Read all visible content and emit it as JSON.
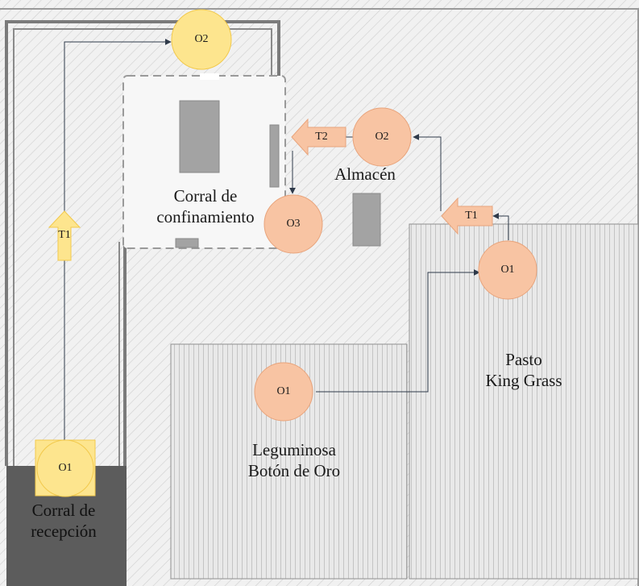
{
  "colors": {
    "yellow": "#fde58e",
    "yellow_arrow": "#fde58e",
    "salmon": "#f8c4a3",
    "salmon_stroke": "#e8a47c",
    "dark_corral": "#5c5c5c",
    "gray_block": "#a3a3a3",
    "connector": "#2f3a4a"
  },
  "areas": {
    "corral_recepcion": {
      "line1": "Corral de",
      "line2": "recepción"
    },
    "corral_confinamiento": {
      "line1": "Corral de",
      "line2": "confinamiento"
    },
    "almacen": {
      "label": "Almacén"
    },
    "leguminosa": {
      "line1": "Leguminosa",
      "line2": "Botón de Oro"
    },
    "pasto": {
      "line1": "Pasto",
      "line2": "King Grass"
    }
  },
  "nodes": {
    "recepcion_o1": "O1",
    "top_o2": "O2",
    "almacen_o2": "O2",
    "confinamiento_o3": "O3",
    "pasto_o1": "O1",
    "leguminosa_o1": "O1"
  },
  "transports": {
    "left_t1": "T1",
    "almacen_t2": "T2",
    "pasto_t1": "T1"
  }
}
